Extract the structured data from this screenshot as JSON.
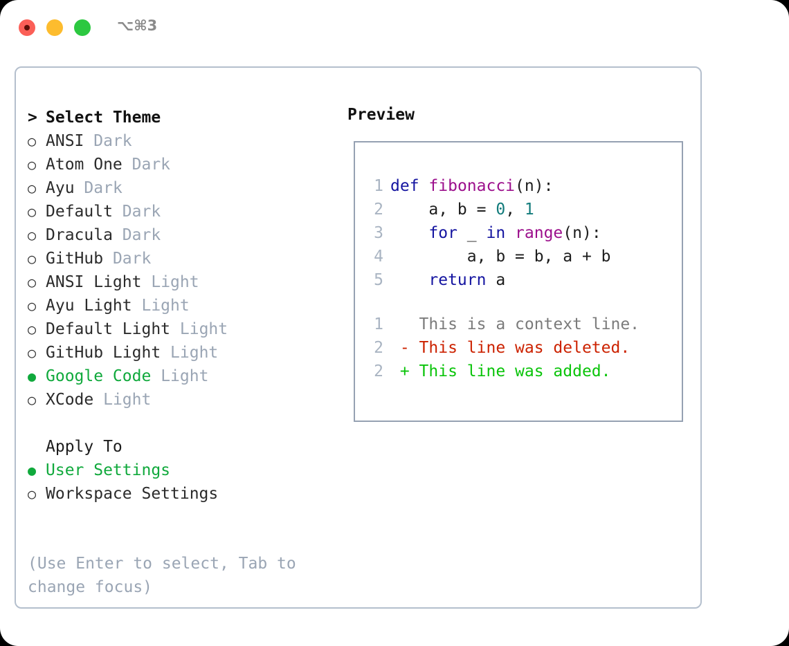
{
  "titlebar": {
    "shortcut": "⌥⌘3",
    "buttons": [
      {
        "name": "close",
        "color": "#fb5f57"
      },
      {
        "name": "minimize",
        "color": "#fdbc2e"
      },
      {
        "name": "maximize",
        "color": "#2cc840"
      }
    ]
  },
  "left": {
    "heading_marker": ">",
    "heading": "Select Theme",
    "bullet_unselected": "○",
    "bullet_selected": "●",
    "themes": [
      {
        "name": "ANSI",
        "mode": "Dark",
        "selected": false
      },
      {
        "name": "Atom One",
        "mode": "Dark",
        "selected": false
      },
      {
        "name": "Ayu",
        "mode": "Dark",
        "selected": false
      },
      {
        "name": "Default",
        "mode": "Dark",
        "selected": false
      },
      {
        "name": "Dracula",
        "mode": "Dark",
        "selected": false
      },
      {
        "name": "GitHub",
        "mode": "Dark",
        "selected": false
      },
      {
        "name": "ANSI Light",
        "mode": "Light",
        "selected": false
      },
      {
        "name": "Ayu Light",
        "mode": "Light",
        "selected": false
      },
      {
        "name": "Default Light",
        "mode": "Light",
        "selected": false
      },
      {
        "name": "GitHub Light",
        "mode": "Light",
        "selected": false
      },
      {
        "name": "Google Code",
        "mode": "Light",
        "selected": true
      },
      {
        "name": "XCode",
        "mode": "Light",
        "selected": false
      }
    ],
    "apply_to_heading": "Apply To",
    "apply_options": [
      {
        "label": "User Settings",
        "selected": true
      },
      {
        "label": "Workspace Settings",
        "selected": false
      }
    ],
    "hint": "(Use Enter to select, Tab to change focus)"
  },
  "right": {
    "preview_title": "Preview",
    "code_lines": [
      {
        "no": "1",
        "tokens": [
          {
            "t": "def",
            "c": "kw"
          },
          {
            "t": " ",
            "c": "pln"
          },
          {
            "t": "fibonacci",
            "c": "fn"
          },
          {
            "t": "(n):",
            "c": "pln"
          }
        ]
      },
      {
        "no": "2",
        "tokens": [
          {
            "t": "    a, b = ",
            "c": "pln"
          },
          {
            "t": "0",
            "c": "num"
          },
          {
            "t": ", ",
            "c": "pln"
          },
          {
            "t": "1",
            "c": "num"
          }
        ]
      },
      {
        "no": "3",
        "tokens": [
          {
            "t": "    ",
            "c": "pln"
          },
          {
            "t": "for",
            "c": "kw"
          },
          {
            "t": " _ ",
            "c": "pln"
          },
          {
            "t": "in",
            "c": "kw"
          },
          {
            "t": " ",
            "c": "pln"
          },
          {
            "t": "range",
            "c": "fn"
          },
          {
            "t": "(n):",
            "c": "pln"
          }
        ]
      },
      {
        "no": "4",
        "tokens": [
          {
            "t": "        a, b = b, a + b",
            "c": "pln"
          }
        ]
      },
      {
        "no": "5",
        "tokens": [
          {
            "t": "    ",
            "c": "pln"
          },
          {
            "t": "return",
            "c": "kw"
          },
          {
            "t": " a",
            "c": "pln"
          }
        ]
      }
    ],
    "diff_lines": [
      {
        "no": "1",
        "marker": " ",
        "text": "This is a context line.",
        "kind": "diff-ctx"
      },
      {
        "no": "2",
        "marker": "-",
        "text": "This line was deleted.",
        "kind": "diff-del"
      },
      {
        "no": "2",
        "marker": "+",
        "text": "This line was added.",
        "kind": "diff-add"
      }
    ]
  },
  "colors": {
    "accent_green": "#10a93c",
    "muted": "#9aa5b4",
    "keyword": "#1414a0",
    "function": "#9c0f8c",
    "number": "#117b7b",
    "diff_deleted": "#cc2200",
    "diff_added": "#0ac40a",
    "panel_border": "#b4bfcd",
    "preview_border": "#95a1b2"
  }
}
